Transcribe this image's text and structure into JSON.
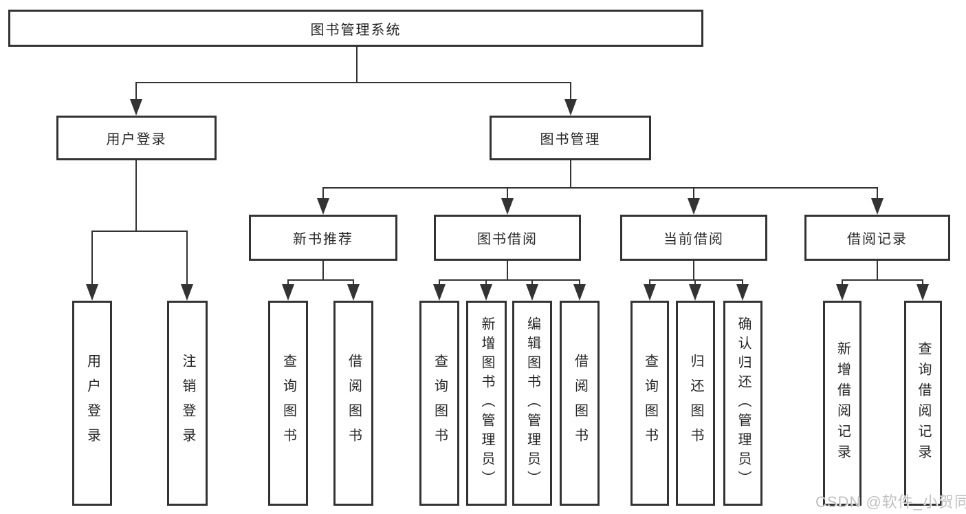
{
  "diagram": {
    "root": {
      "label": "图书管理系统"
    },
    "level2": [
      {
        "label": "用户登录"
      },
      {
        "label": "图书管理"
      }
    ],
    "level3": [
      {
        "label": "新书推荐",
        "parent": "图书管理"
      },
      {
        "label": "图书借阅",
        "parent": "图书管理"
      },
      {
        "label": "当前借阅",
        "parent": "图书管理"
      },
      {
        "label": "借阅记录",
        "parent": "图书管理"
      }
    ],
    "leaves": [
      {
        "label": "用户登录",
        "parent": "用户登录"
      },
      {
        "label": "注销登录",
        "parent": "用户登录"
      },
      {
        "label": "查询图书",
        "parent": "新书推荐"
      },
      {
        "label": "借阅图书",
        "parent": "新书推荐"
      },
      {
        "label": "查询图书",
        "parent": "图书借阅"
      },
      {
        "label": "新增图书（管理员）",
        "parent": "图书借阅"
      },
      {
        "label": "编辑图书（管理员）",
        "parent": "图书借阅"
      },
      {
        "label": "借阅图书",
        "parent": "图书借阅"
      },
      {
        "label": "查询图书",
        "parent": "当前借阅"
      },
      {
        "label": "归还图书",
        "parent": "当前借阅"
      },
      {
        "label": "确认归还（管理员）",
        "parent": "当前借阅"
      },
      {
        "label": "新增借阅记录",
        "parent": "借阅记录"
      },
      {
        "label": "查询借阅记录",
        "parent": "借阅记录"
      }
    ]
  },
  "watermark": {
    "text": "CSDN @软件_小贺同学"
  },
  "colors": {
    "line": "#333333",
    "node_border": "#333333",
    "node_fill": "#ffffff",
    "text": "#262626",
    "watermark": "#c0c0c0",
    "background": "#ffffff"
  }
}
